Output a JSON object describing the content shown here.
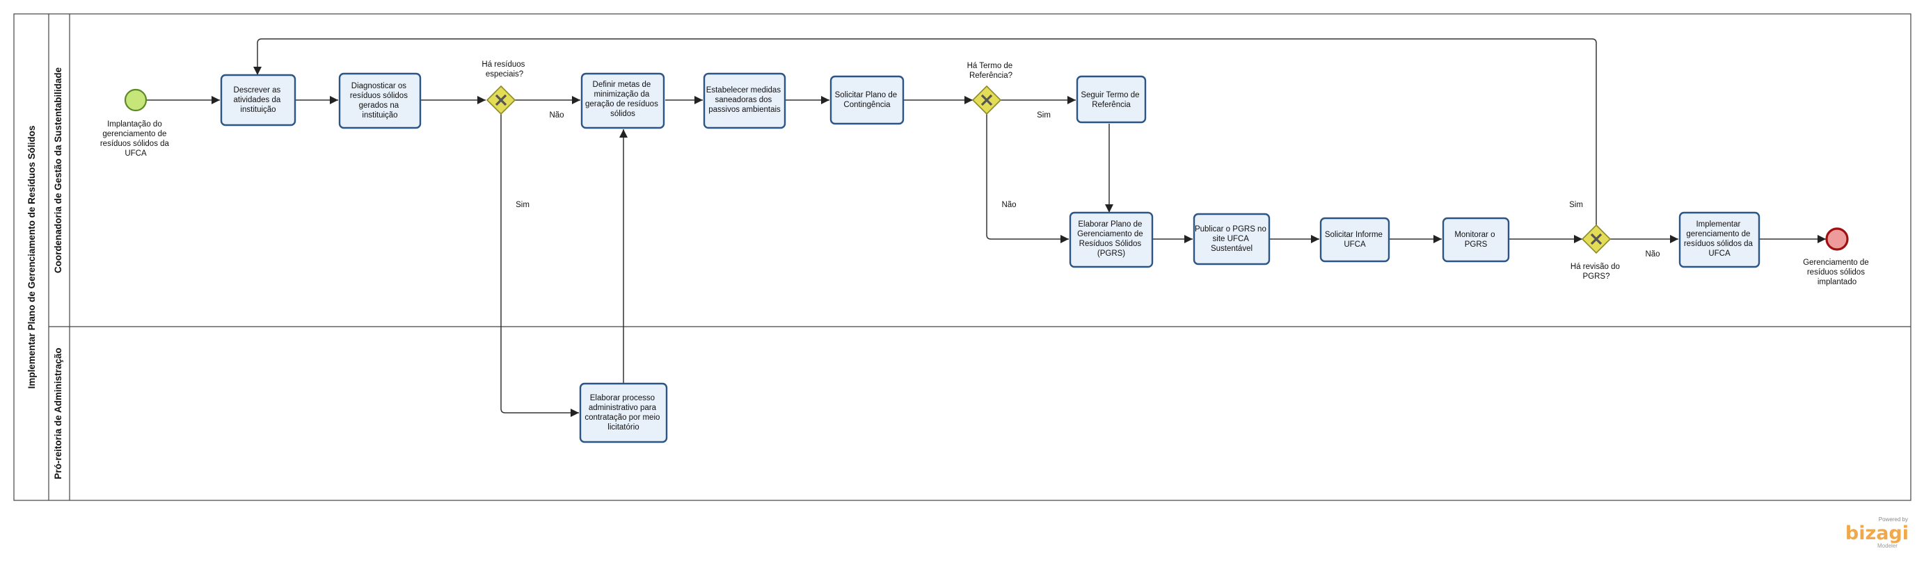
{
  "pool": {
    "title": "Implementar Plano de Gerenciamento de Resíduos Sólidos"
  },
  "lanes": [
    {
      "id": "lane-coordenadoria",
      "name": "Coordenadoria de Gestão da Sustentabilidade"
    },
    {
      "id": "lane-proreitoria",
      "name": "Pró-reitoria de Administração"
    }
  ],
  "events": {
    "start": {
      "label": [
        "Implantação do",
        "gerenciamento de",
        "resíduos sólidos da",
        "UFCA"
      ],
      "color": "#c7e67a"
    },
    "end": {
      "label": [
        "Gerenciamento de",
        "resíduos sólidos",
        "implantado"
      ],
      "color": "#ee9b9b"
    }
  },
  "tasks": [
    {
      "id": "descrever-atividades",
      "lines": [
        "Descrever as",
        "atividades da",
        "instituição"
      ]
    },
    {
      "id": "diagnosticar-residuos",
      "lines": [
        "Diagnosticar os",
        "resíduos sólidos",
        "gerados na",
        "instituição"
      ]
    },
    {
      "id": "definir-metas",
      "lines": [
        "Definir metas de",
        "minimização da",
        "geração de resíduos",
        "sólidos"
      ]
    },
    {
      "id": "estabelecer-medidas",
      "lines": [
        "Estabelecer medidas",
        "saneadoras dos",
        "passivos ambientais"
      ]
    },
    {
      "id": "solicitar-plano-contingencia",
      "lines": [
        "Solicitar Plano de",
        "Contingência"
      ]
    },
    {
      "id": "seguir-termo",
      "lines": [
        "Seguir Termo de",
        "Referência"
      ]
    },
    {
      "id": "elaborar-pgrs",
      "lines": [
        "Elaborar Plano de",
        "Gerenciamento de",
        "Resíduos Sólidos",
        "(PGRS)"
      ]
    },
    {
      "id": "publicar-pgrs",
      "lines": [
        "Publicar o PGRS no",
        "site UFCA",
        "Sustentável"
      ]
    },
    {
      "id": "solicitar-informe",
      "lines": [
        "Solicitar Informe",
        "UFCA"
      ]
    },
    {
      "id": "monitorar-pgrs",
      "lines": [
        "Monitorar o",
        "PGRS"
      ]
    },
    {
      "id": "implementar-gerenciamento",
      "lines": [
        "Implementar",
        "gerenciamento de",
        "resíduos sólidos da",
        "UFCA"
      ]
    },
    {
      "id": "elaborar-processo",
      "lines": [
        "Elaborar processo",
        "administrativo para",
        "contratação por meio",
        "licitatório"
      ]
    }
  ],
  "gateways": [
    {
      "id": "residuos-especiais",
      "label": [
        "Há resíduos",
        "especiais?"
      ]
    },
    {
      "id": "termo-referencia",
      "label": [
        "Há Termo de",
        "Referência?"
      ]
    },
    {
      "id": "revisao-pgrs",
      "label": [
        "Há revisão do",
        "PGRS?"
      ]
    }
  ],
  "flow_labels": {
    "nao_1": "Não",
    "sim_1": "Sim",
    "sim_2": "Sim",
    "nao_2": "Não",
    "sim_3": "Sim",
    "nao_3": "Não"
  },
  "colors": {
    "task_fill": "#e8f0fa",
    "task_stroke": "#2c5585",
    "gateway_fill": "#e3dc57",
    "gateway_stroke": "#8a8a2a"
  },
  "branding": {
    "powered": "Powered by",
    "brand": "bizagi",
    "product": "Modeler"
  }
}
